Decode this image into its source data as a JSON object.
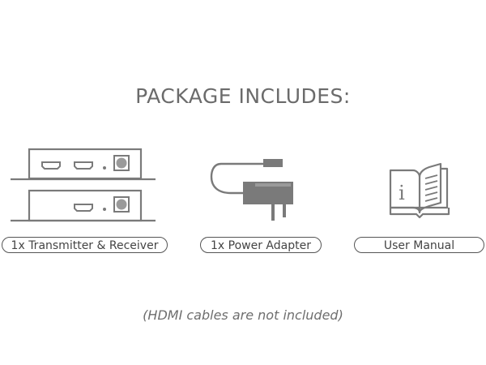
{
  "header": {
    "title": "PACKAGE INCLUDES:"
  },
  "items": [
    {
      "label": "1x Transmitter & Receiver",
      "icon": "transmitter-receiver-icon"
    },
    {
      "label": "1x Power Adapter",
      "icon": "power-adapter-icon"
    },
    {
      "label": "User Manual",
      "icon": "user-manual-icon"
    }
  ],
  "footer": {
    "note": "(HDMI cables are not included)"
  },
  "colors": {
    "icon_stroke": "#7a7a7a",
    "text": "#666666",
    "pill_border": "#555555"
  }
}
